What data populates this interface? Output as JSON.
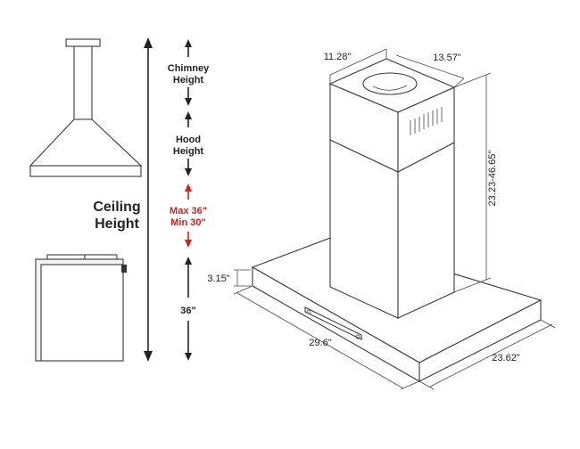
{
  "labels": {
    "ceiling_height_line1": "Ceiling",
    "ceiling_height_line2": "Height",
    "chimney_height_line1": "Chimney",
    "chimney_height_line2": "Height",
    "hood_height_line1": "Hood",
    "hood_height_line2": "Height",
    "max_clearance": "Max 36\"",
    "min_clearance": "Min 30\"",
    "counter_height": "36\""
  },
  "dimensions": {
    "chimney_depth": "11.28\"",
    "chimney_width": "13.57\"",
    "chimney_height_range": "23.23-46.65\"",
    "canopy_thickness": "3.15\"",
    "canopy_width": "29.6\"",
    "canopy_depth": "23.62\""
  },
  "colors": {
    "line": "#333333",
    "text": "#222222",
    "clearance_red": "#d21f1f"
  }
}
